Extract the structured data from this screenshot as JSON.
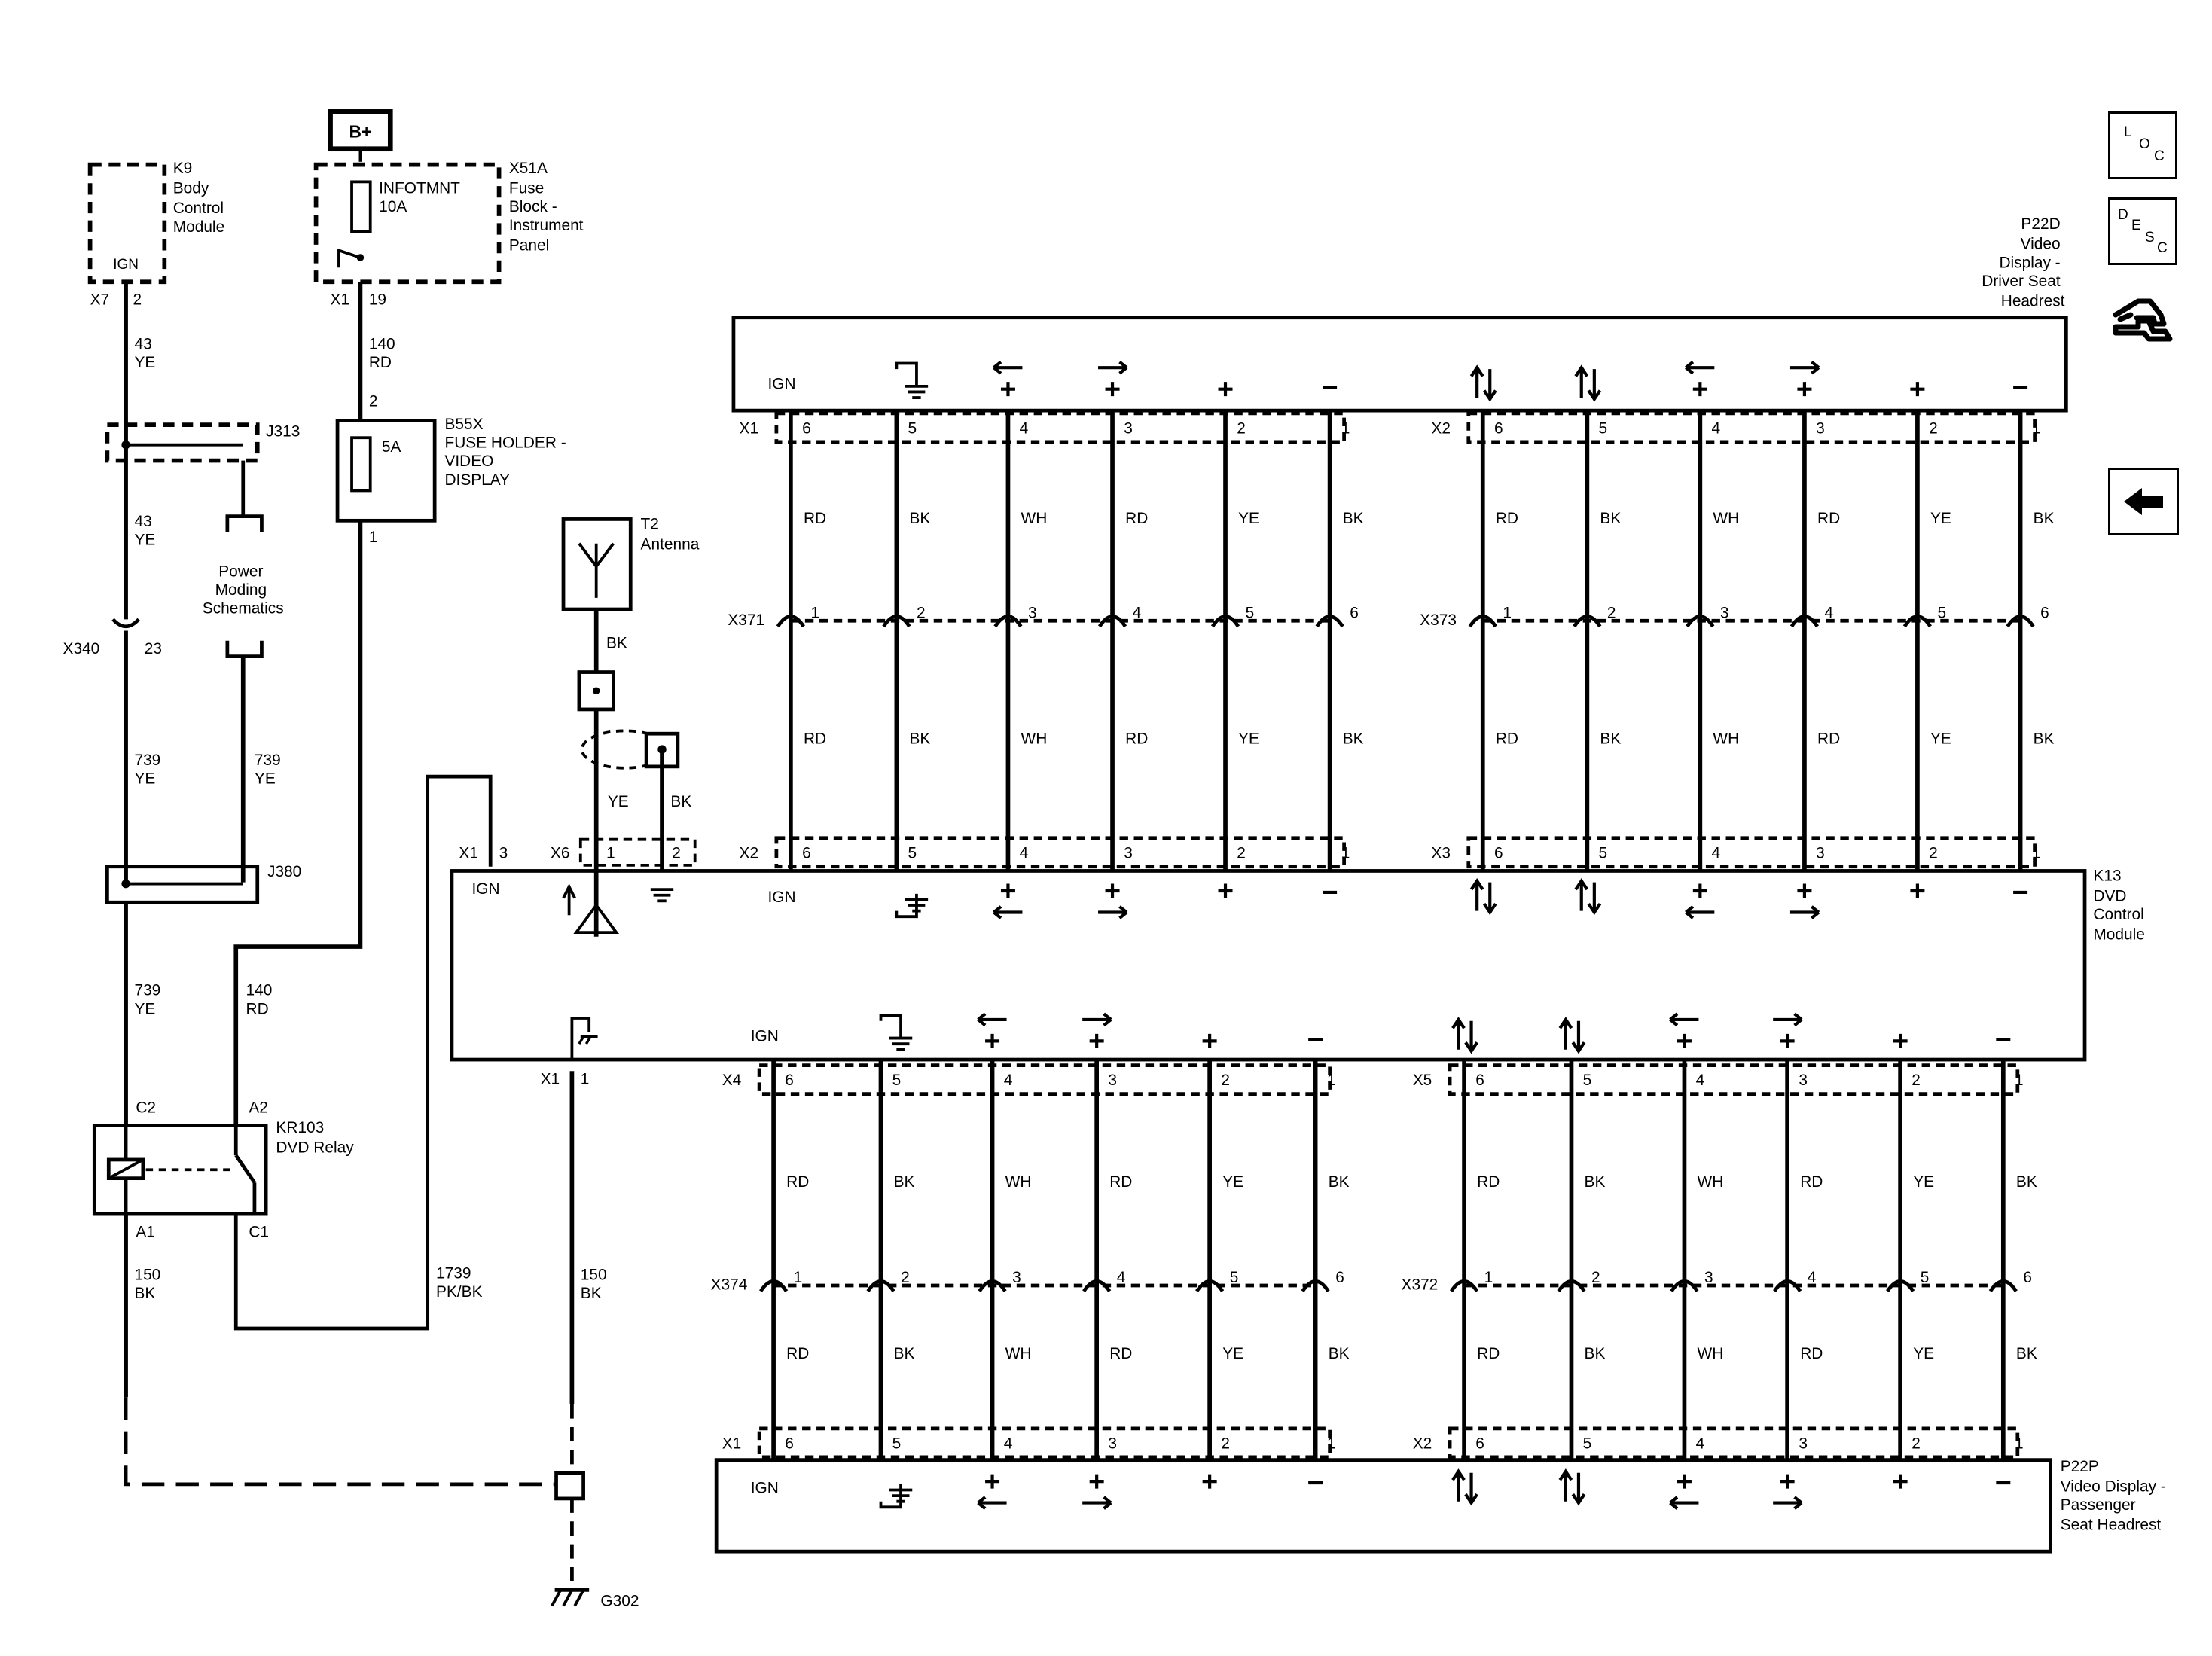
{
  "nav": {
    "loc": [
      "L",
      "O",
      "C"
    ],
    "desc": [
      "D",
      "E",
      "S",
      "C"
    ]
  },
  "components": {
    "b_plus": "B+",
    "k9": [
      "K9",
      "Body",
      "Control",
      "Module"
    ],
    "k9_pin_label": "IGN",
    "k9_conn": "X7",
    "k9_pin": "2",
    "x51a": [
      "X51A",
      "Fuse",
      "Block -",
      "Instrument",
      "Panel"
    ],
    "fuse_infotmnt": [
      "INFOTMNT",
      "10A"
    ],
    "x51a_conn": "X1",
    "x51a_pin": "19",
    "j313": "J313",
    "power_moding": [
      "Power",
      "Moding",
      "Schematics"
    ],
    "b55x": [
      "B55X",
      "FUSE HOLDER -",
      "VIDEO",
      "DISPLAY"
    ],
    "b55x_fuse": "5A",
    "b55x_pin_in": "2",
    "b55x_pin_out": "1",
    "t2": [
      "T2",
      "Antenna"
    ],
    "x340": "X340",
    "x340_pin": "23",
    "j380": "J380",
    "kr103": [
      "KR103",
      "DVD Relay"
    ],
    "kr103_pins": {
      "c2": "C2",
      "a2": "A2",
      "a1": "A1",
      "c1": "C1"
    },
    "k13": [
      "K13",
      "DVD",
      "Control",
      "Module"
    ],
    "k13_conns": {
      "x1": "X1",
      "x1_pin": "3",
      "x6": "X6",
      "x6_pins": [
        "1",
        "2"
      ],
      "ign": "IGN"
    },
    "k13_ground": {
      "conn": "X1",
      "pin": "1"
    },
    "p22d": [
      "P22D",
      "Video",
      "Display -",
      "Driver Seat",
      "Headrest"
    ],
    "p22p": [
      "P22P",
      "Video Display -",
      "Passenger",
      "Seat Headrest"
    ],
    "g302": "G302"
  },
  "wires": {
    "w43a": [
      "43",
      "YE"
    ],
    "w43b": [
      "43",
      "YE"
    ],
    "w140a": [
      "140",
      "RD"
    ],
    "w739a": [
      "739",
      "YE"
    ],
    "w739b": [
      "739",
      "YE"
    ],
    "w739c": [
      "739",
      "YE"
    ],
    "w140b": [
      "140",
      "RD"
    ],
    "w150a": [
      "150",
      "BK"
    ],
    "w150b": [
      "150",
      "BK"
    ],
    "w1739": [
      "1739",
      "PK/BK"
    ],
    "ant_bk": "BK",
    "ant_ye": "YE",
    "ant_bk2": "BK"
  },
  "bus": {
    "colors": [
      "RD",
      "BK",
      "WH",
      "RD",
      "YE",
      "BK"
    ],
    "module_pins": [
      "6",
      "5",
      "4",
      "3",
      "2",
      "1"
    ],
    "inline_pins": [
      "1",
      "2",
      "3",
      "4",
      "5",
      "6"
    ],
    "pin_labels": [
      "IGN",
      "ground",
      "←+",
      "→+",
      "+",
      "−"
    ],
    "pin_labels_b": [
      "↑↓",
      "↑↓",
      "←+",
      "→+",
      "+",
      "−"
    ],
    "top": {
      "p22d_conns": [
        "X1",
        "X2"
      ],
      "inline_conns": [
        "X371",
        "X373"
      ],
      "k13_conns": [
        "X2",
        "X3"
      ]
    },
    "bottom": {
      "k13_conns": [
        "X4",
        "X5"
      ],
      "inline_conns": [
        "X374",
        "X372"
      ],
      "p22p_conns": [
        "X1",
        "X2"
      ]
    }
  },
  "accent_color": "#000000"
}
